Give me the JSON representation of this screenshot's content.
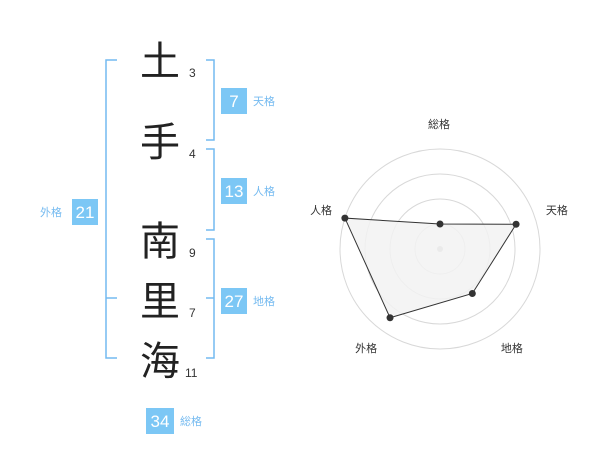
{
  "name": {
    "characters": [
      {
        "char": "土",
        "strokes": "3"
      },
      {
        "char": "手",
        "strokes": "4"
      },
      {
        "char": "南",
        "strokes": "9"
      },
      {
        "char": "里",
        "strokes": "7"
      },
      {
        "char": "海",
        "strokes": "11"
      }
    ]
  },
  "kaku": {
    "tenkaku": {
      "value": "7",
      "label": "天格"
    },
    "jinkaku": {
      "value": "13",
      "label": "人格"
    },
    "chikaku": {
      "value": "27",
      "label": "地格"
    },
    "gaikaku": {
      "value": "21",
      "label": "外格"
    },
    "soukaku": {
      "value": "34",
      "label": "総格"
    }
  },
  "chart_data": {
    "type": "radar",
    "axes": [
      "総格",
      "天格",
      "地格",
      "外格",
      "人格"
    ],
    "values": [
      0.25,
      0.8,
      0.55,
      0.85,
      1.0
    ],
    "range": [
      0,
      1
    ],
    "rings": 4,
    "fill_color": "#f2f2f2",
    "line_color": "#333333"
  },
  "colors": {
    "accent": "#7cc7f5",
    "bracket": "#74baf0",
    "label": "#74baf0"
  }
}
